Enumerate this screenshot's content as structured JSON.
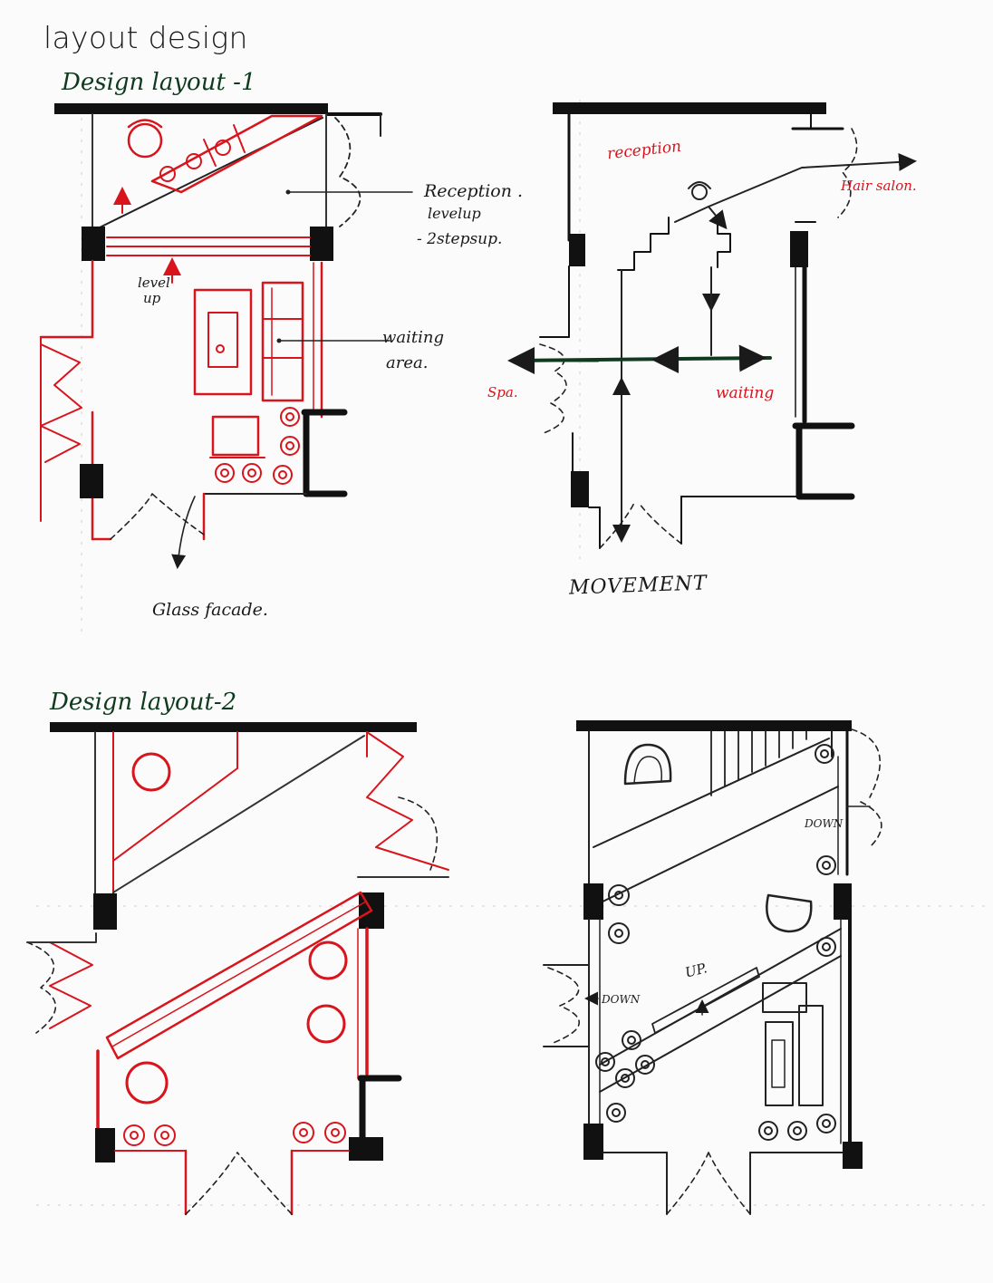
{
  "page": {
    "title": "layout design"
  },
  "layout1": {
    "heading": "Design layout -1",
    "label_reception": "Reception .",
    "label_levelup": "levelup",
    "label_steps": "- 2stepsup.",
    "label_level_up_left_1": "level",
    "label_level_up_left_2": "up",
    "label_waiting_1": "waiting",
    "label_waiting_2": "area.",
    "label_glass": "Glass facade."
  },
  "movement": {
    "caption": "MOVEMENT",
    "label_reception": "reception",
    "label_hair": "Hair salon.",
    "label_spa": "Spa.",
    "label_waiting": "waiting"
  },
  "layout2": {
    "heading": "Design layout-2"
  },
  "layout2_alt": {
    "label_down_top": "DOWN",
    "label_up": "UP.",
    "label_down_left": "DOWN"
  },
  "colors": {
    "red": "#d8141c",
    "ink": "#1a1a1a",
    "green": "#0f3a1e"
  }
}
